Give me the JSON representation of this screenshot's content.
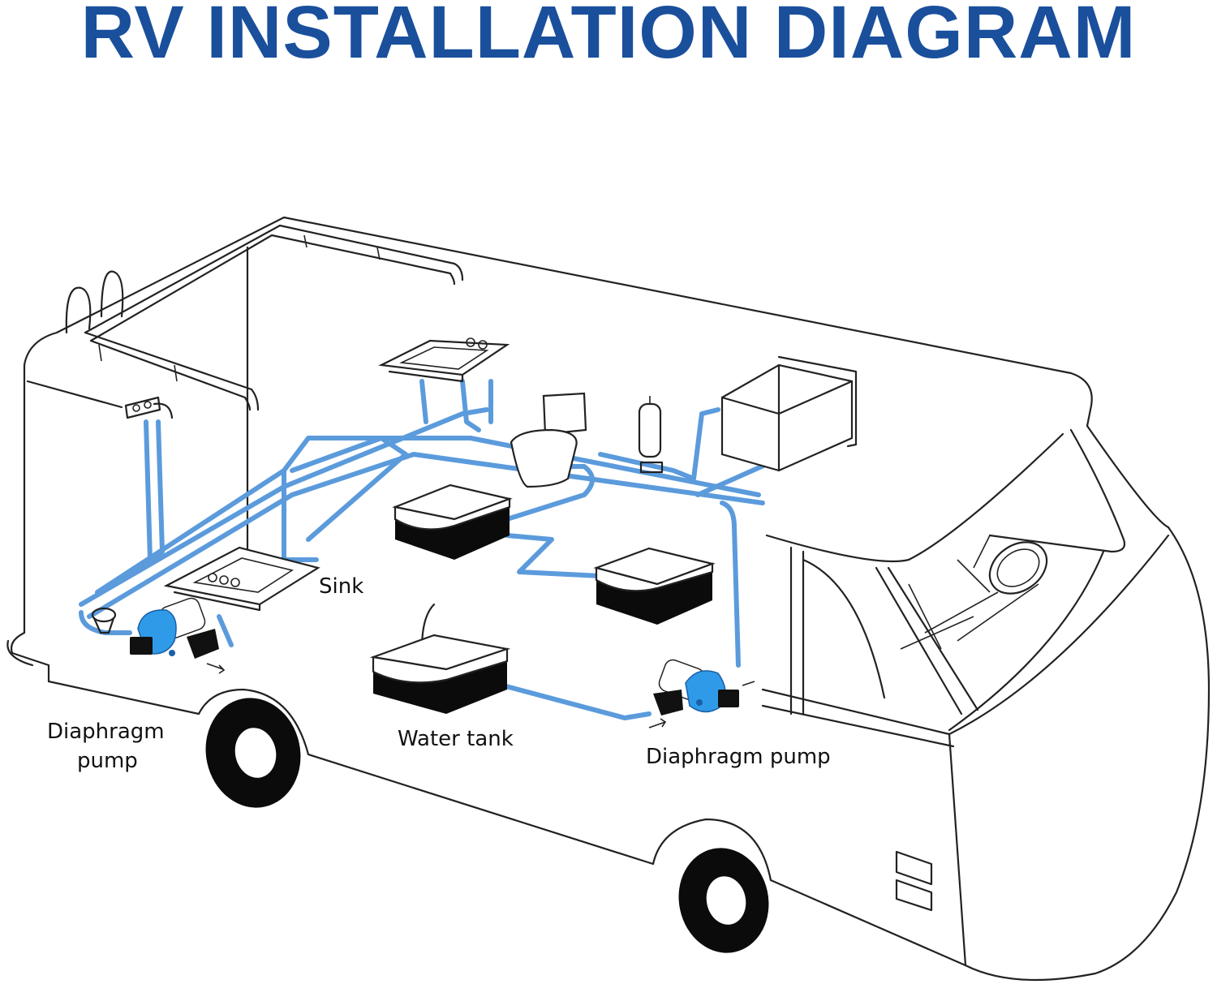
{
  "title": "RV INSTALLATION DIAGRAM",
  "colors": {
    "title": "#1a4f9c",
    "pipe": "#5b9bdc",
    "pump": "#2f9be8",
    "outline": "#222222"
  },
  "labels": {
    "sink": "Sink",
    "pump_left_line1": "Diaphragm",
    "pump_left_line2": "pump",
    "water_tank": "Water tank",
    "pump_right": "Diaphragm pump"
  },
  "components": [
    {
      "name": "sink-front",
      "label": "Sink"
    },
    {
      "name": "sink-rear"
    },
    {
      "name": "shower-fixture"
    },
    {
      "name": "toilet"
    },
    {
      "name": "accumulator-tank"
    },
    {
      "name": "water-heater"
    },
    {
      "name": "holding-tank-1"
    },
    {
      "name": "holding-tank-2"
    },
    {
      "name": "water-tank",
      "label": "Water tank"
    },
    {
      "name": "diaphragm-pump-left",
      "label": "Diaphragm pump"
    },
    {
      "name": "diaphragm-pump-right",
      "label": "Diaphragm pump"
    }
  ]
}
